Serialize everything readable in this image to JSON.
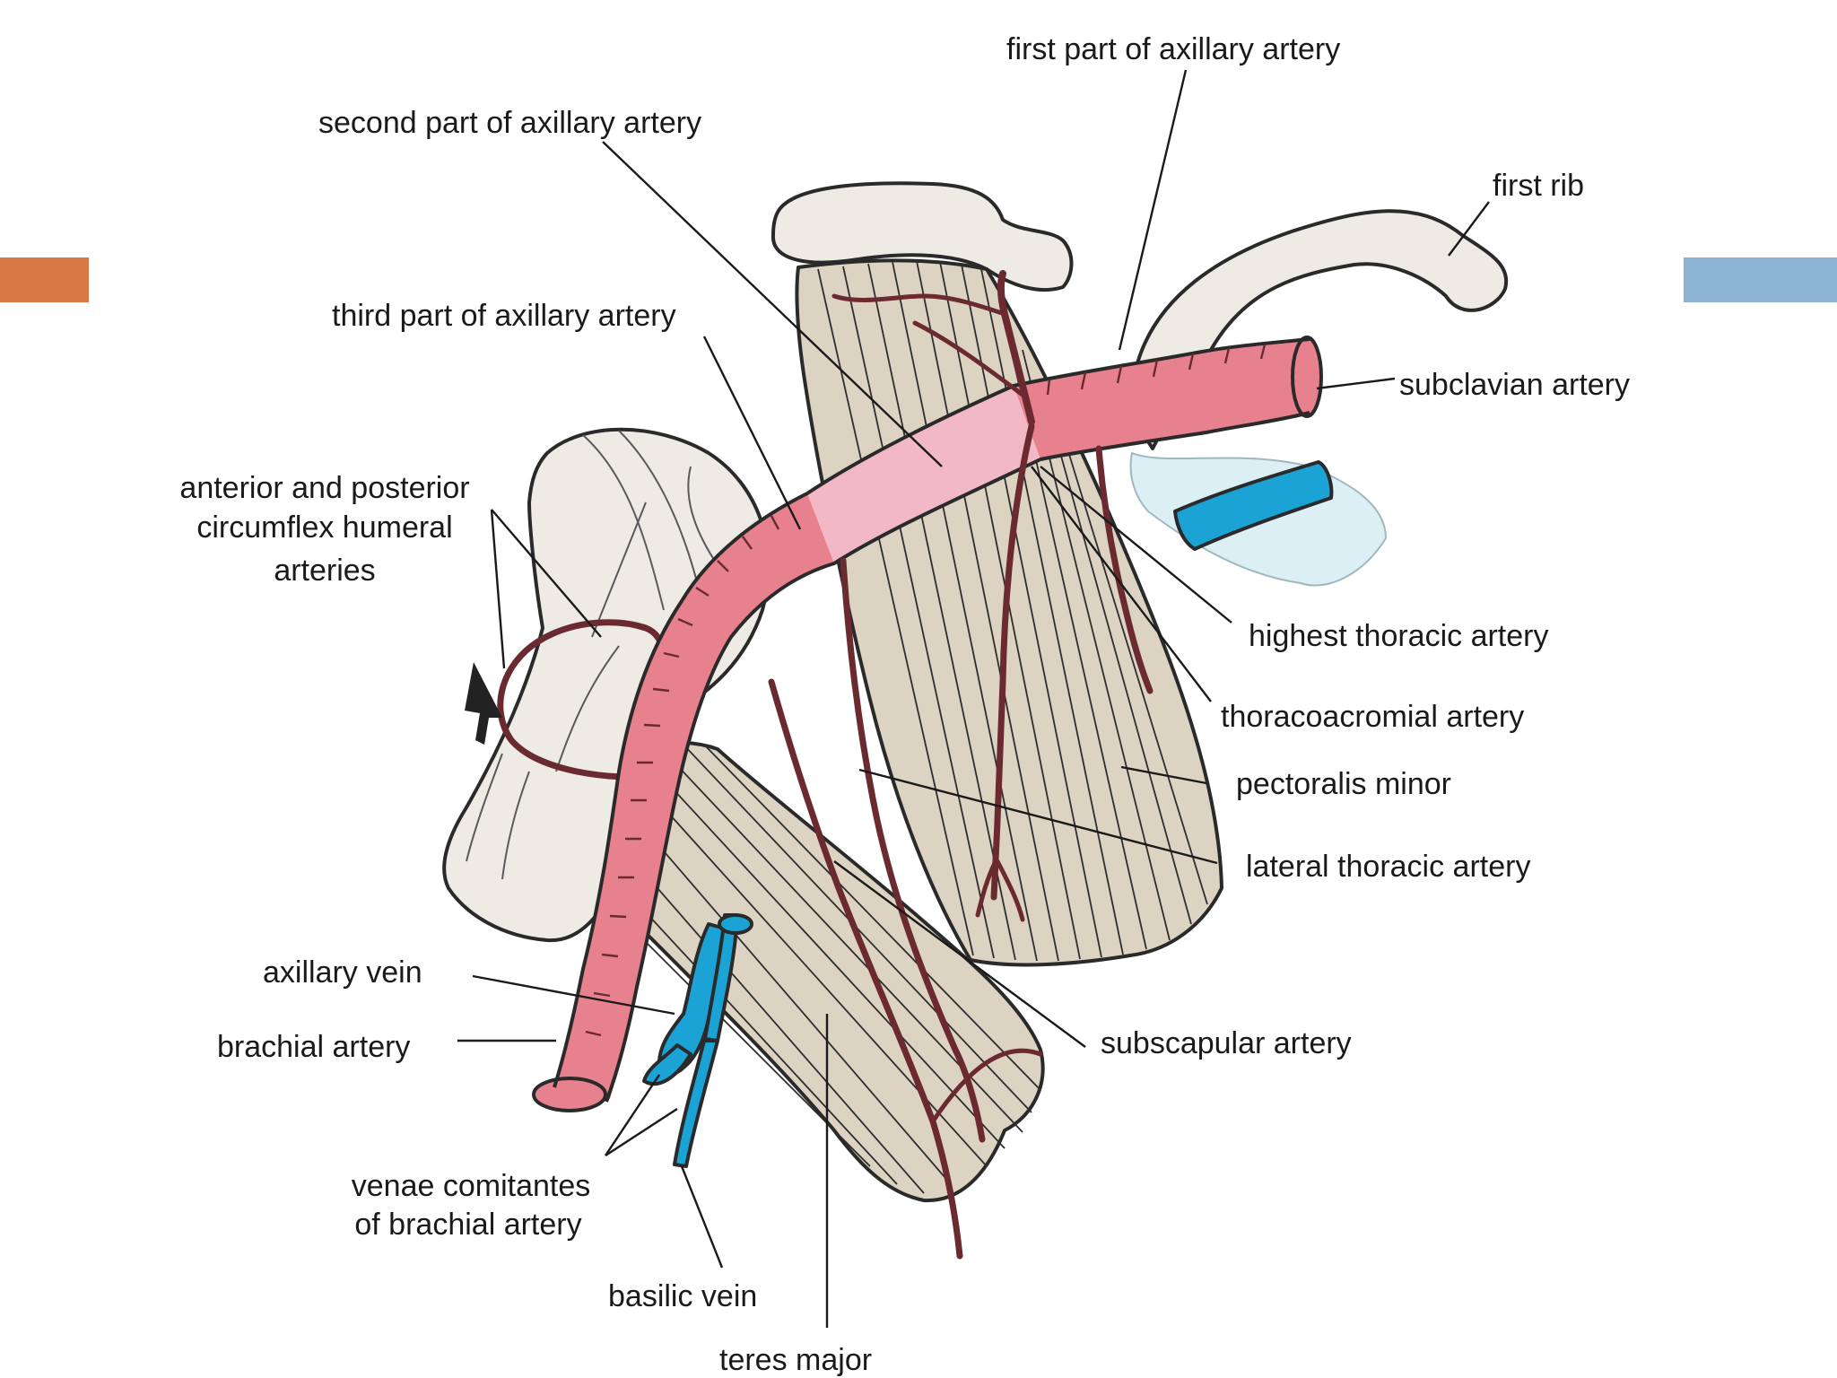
{
  "colors": {
    "accent_left": "#D97843",
    "accent_right": "#8EB4D3",
    "artery": "#E8818E",
    "artery_pale": "#F2B8C6",
    "vein": "#1BA3D6",
    "muscle": "#DDD3C3",
    "bone": "#EEEBE5",
    "pleura": "#DCEFF5"
  },
  "labels": {
    "first_part": "first part of axillary artery",
    "second_part": "second part of axillary artery",
    "first_rib": "first rib",
    "third_part": "third part of axillary artery",
    "subclavian": "subclavian artery",
    "circumflex_1": "anterior and posterior",
    "circumflex_2": "circumflex humeral",
    "circumflex_3": "arteries",
    "highest_thoracic": "highest thoracic artery",
    "thoracoacromial": "thoracoacromial artery",
    "pectoralis_minor": "pectoralis minor",
    "lateral_thoracic": "lateral thoracic artery",
    "axillary_vein": "axillary vein",
    "brachial_artery": "brachial artery",
    "subscapular": "subscapular artery",
    "venae_1": "venae comitantes",
    "venae_2": "of brachial artery",
    "basilic_vein": "basilic vein",
    "teres_major": "teres major"
  }
}
